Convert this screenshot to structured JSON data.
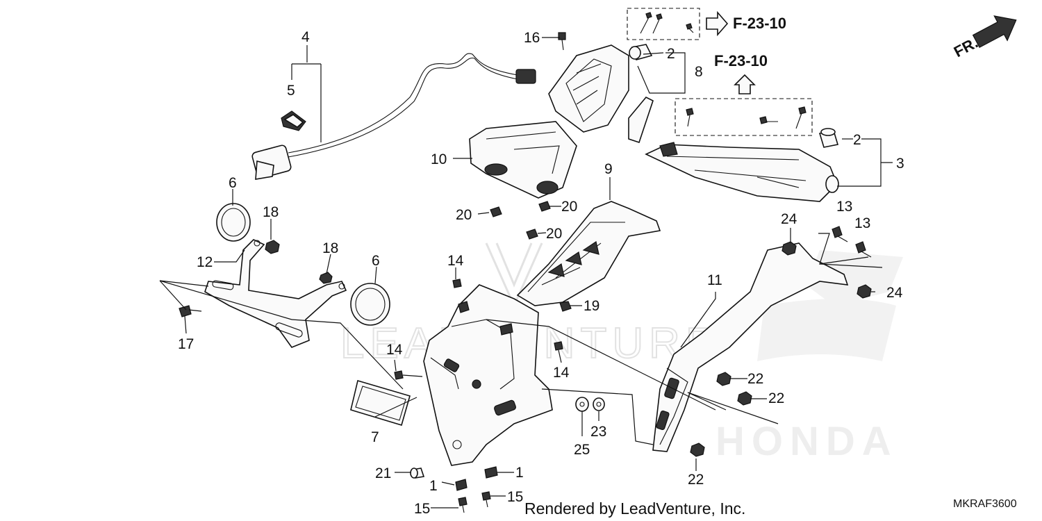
{
  "callouts": {
    "c1a": "1",
    "c1b": "1",
    "c2a": "2",
    "c2b": "2",
    "c3": "3",
    "c4": "4",
    "c5": "5",
    "c6a": "6",
    "c6b": "6",
    "c7": "7",
    "c8": "8",
    "c9": "9",
    "c10": "10",
    "c11": "11",
    "c12": "12",
    "c13a": "13",
    "c13b": "13",
    "c14a": "14",
    "c14b": "14",
    "c14c": "14",
    "c15a": "15",
    "c15b": "15",
    "c16": "16",
    "c17": "17",
    "c18a": "18",
    "c18b": "18",
    "c19": "19",
    "c20a": "20",
    "c20b": "20",
    "c20c": "20",
    "c21": "21",
    "c22a": "22",
    "c22b": "22",
    "c22c": "22",
    "c23": "23",
    "c24a": "24",
    "c24b": "24",
    "c25": "25"
  },
  "references": {
    "ref_top": "F-23-10",
    "ref_mid": "F-23-10"
  },
  "orientation_label": "FR.",
  "footer_text": "Rendered by LeadVenture, Inc.",
  "diagram_code": "MKRAF3600"
}
